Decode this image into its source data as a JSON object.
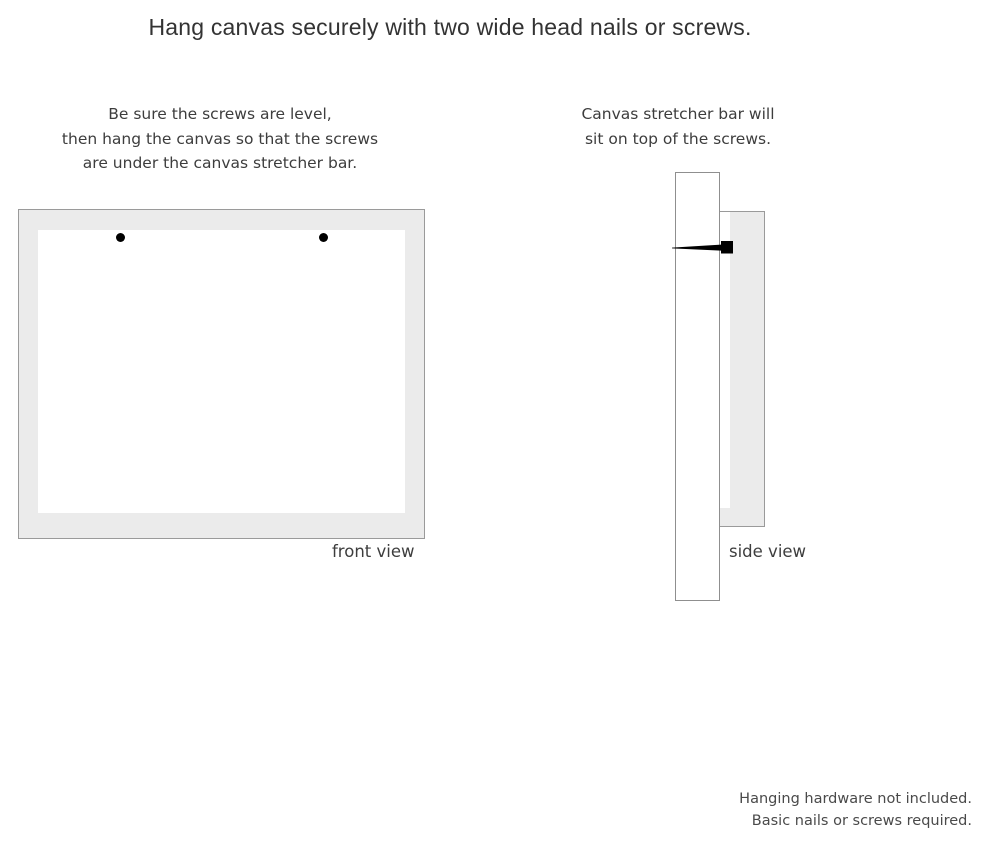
{
  "page": {
    "title": "Hang canvas securely with two wide head nails or screws.",
    "background_color": "#ffffff",
    "text_color": "#3d3d3d"
  },
  "front_panel": {
    "caption": {
      "line1": "Be sure the screws are level,",
      "line2": "then hang the canvas so that the screws",
      "line3": "are under the canvas stretcher bar."
    },
    "view_label": "front view",
    "frame_color": "#ebebeb",
    "frame_border_color": "#9a9a9a",
    "canvas_color": "#ffffff",
    "screw_color": "#000000",
    "screw_count": 2
  },
  "side_panel": {
    "caption": {
      "line1": "Canvas stretcher bar will",
      "line2": "sit on top of the screws."
    },
    "view_label": "side view",
    "wall_color": "#ffffff",
    "wall_border_color": "#8f8f8f",
    "stretcher_bar_color": "#ebebeb",
    "nail_color": "#000000"
  },
  "footer": {
    "line1": "Hanging hardware not included.",
    "line2": "Basic nails or screws required."
  }
}
